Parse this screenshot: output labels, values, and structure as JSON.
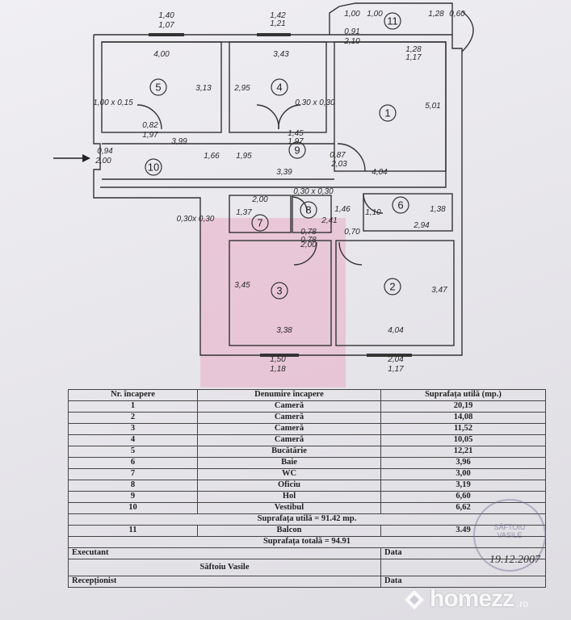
{
  "plan": {
    "rooms": [
      {
        "num": "1"
      },
      {
        "num": "2"
      },
      {
        "num": "3"
      },
      {
        "num": "4"
      },
      {
        "num": "5"
      },
      {
        "num": "6"
      },
      {
        "num": "7"
      },
      {
        "num": "8"
      },
      {
        "num": "9"
      },
      {
        "num": "10"
      },
      {
        "num": "11"
      }
    ],
    "dims": [
      "4,00",
      "3,43",
      "3,13",
      "2,95",
      "1,00 x 0,15",
      "0,82",
      "1,97",
      "3,99",
      "0,94",
      "2,00",
      "1,66",
      "1,95",
      "1,45",
      "1,97",
      "0,30 x 0,30",
      "0,87",
      "2,03",
      "3,39",
      "4,04",
      "5,01",
      "1,28",
      "1,17",
      "1,00",
      "2,10",
      "0,91",
      "1,28",
      "0,60",
      "1,40",
      "1,07",
      "1,42",
      "1,21",
      "2,00",
      "0,30 x 0,30",
      "1,46",
      "1,37",
      "0,78",
      "2,41",
      "1,10",
      "2,94",
      "1,38",
      "0,70",
      "0,78",
      "2,00",
      "3,45",
      "3,38",
      "3,47",
      "4,04",
      "1,50",
      "1,18",
      "2,04",
      "1,17",
      "0,30x 0,30",
      "1,00"
    ]
  },
  "table": {
    "headers": [
      "Nr. încapere",
      "Denumire încapere",
      "Suprafața utilă (mp.)"
    ],
    "rows": [
      {
        "nr": "1",
        "name": "Cameră",
        "area": "20,19"
      },
      {
        "nr": "2",
        "name": "Cameră",
        "area": "14,08"
      },
      {
        "nr": "3",
        "name": "Cameră",
        "area": "11,52"
      },
      {
        "nr": "4",
        "name": "Cameră",
        "area": "10,05"
      },
      {
        "nr": "5",
        "name": "Bucătărie",
        "area": "12,21"
      },
      {
        "nr": "6",
        "name": "Baie",
        "area": "3,96"
      },
      {
        "nr": "7",
        "name": "WC",
        "area": "3,00"
      },
      {
        "nr": "8",
        "name": "Oficiu",
        "area": "3,19"
      },
      {
        "nr": "9",
        "name": "Hol",
        "area": "6,60"
      },
      {
        "nr": "10",
        "name": "Vestibul",
        "area": "6,62"
      }
    ],
    "useful_total": "Suprafața utilă = 91.42 mp.",
    "balcony": {
      "nr": "11",
      "name": "Balcon",
      "area": "3.49"
    },
    "grand_total": "Suprafața totală = 94.91",
    "executant_label": "Executant",
    "date_label": "Data",
    "executant_name": "Săftoiu Vasile",
    "date_label_2": "Data",
    "receptionist_label": "Recepționist"
  },
  "stamp": {
    "text": "SĂFTOIU VASILE"
  },
  "signature": {
    "text": "19.12.2007"
  },
  "watermark": {
    "brand": "homezz",
    "tld": ".ro"
  },
  "colors": {
    "highlight": "#e8a0c0",
    "ink": "#2a2a2a"
  }
}
